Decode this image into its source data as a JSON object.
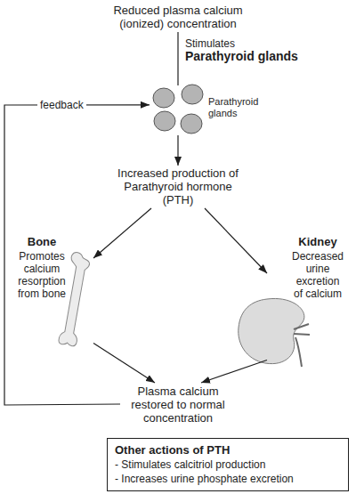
{
  "diagram": {
    "nodes": [
      {
        "text": [
          "Reduced plasma calcium (ionized) concentration"
        ]
      },
      {
        "text": [
          "Parathyroid glands"
        ]
      },
      {
        "text": [
          "Increased production of Parathyroid hormone (PTH)"
        ]
      },
      {
        "text": [
          "Bone",
          "Promotes calcium resorption from bone"
        ]
      },
      {
        "text": [
          "Kidney",
          "Decreased urine excretion of calcium"
        ]
      },
      {
        "text": [
          "Plasma calcium restored to normal concentration"
        ]
      },
      {
        "text": [
          "Other actions of PTH",
          "- Stimulates calcitriol production",
          "- Increases urine phosphate excretion"
        ]
      }
    ],
    "edges": [
      {
        "from": 0,
        "to": 1,
        "arrow": "none",
        "label": "Stimulates"
      },
      {
        "from": 1,
        "to": 2,
        "arrow": "to"
      },
      {
        "from": 2,
        "to": 3,
        "arrow": "to"
      },
      {
        "from": 2,
        "to": 4,
        "arrow": "to"
      },
      {
        "from": 3,
        "to": 5,
        "arrow": "to"
      },
      {
        "from": 4,
        "to": 5,
        "arrow": "to"
      },
      {
        "from": 5,
        "to": 1,
        "arrow": "to",
        "label": "feedback"
      }
    ],
    "labels": [
      "Parathyroid glands"
    ]
  }
}
